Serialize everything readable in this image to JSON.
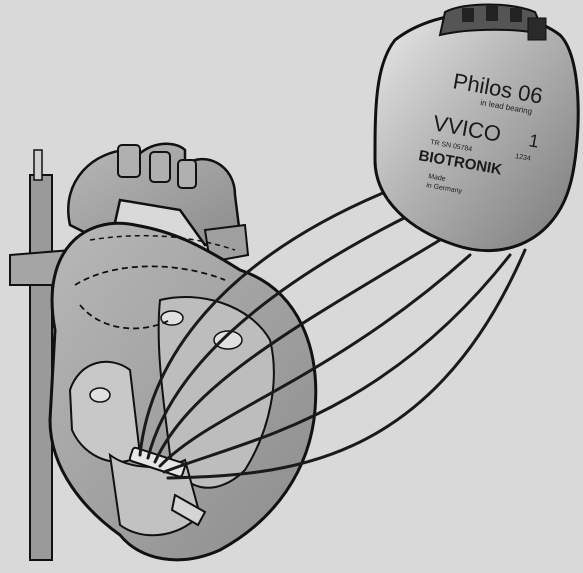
{
  "image": {
    "subject": "heart-with-implanted-pacemaker-illustration"
  },
  "device": {
    "model": "Philos 06",
    "subline": "in lead bearing",
    "mode": "VVICO",
    "mode_number": "1",
    "detail_left": "TR SN 05784",
    "detail_right": "1234",
    "brand": "BIOTRONIK",
    "origin_line1": "Made",
    "origin_line2": "in Germany"
  },
  "colors": {
    "background": "#d9d9d9",
    "heart_fill": "#a9a9a9",
    "heart_dark": "#7d7d7d",
    "outline": "#111111",
    "device_body": "#bdbdbd",
    "leads": "#1a1a1a"
  }
}
